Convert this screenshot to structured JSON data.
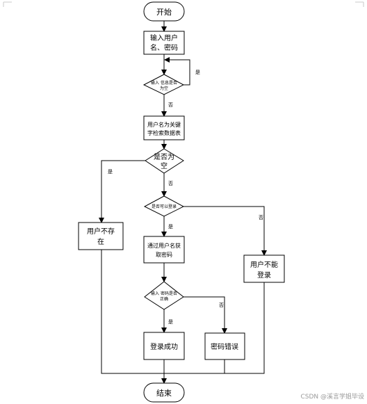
{
  "nodes": {
    "start": "开始",
    "input_line1": "输入用户",
    "input_line2": "名、密码",
    "check_empty_line1": "输入 信息是否",
    "check_empty_line2": "为空",
    "lookup_line1": "用户名为关键",
    "lookup_line2": "字检索数据表",
    "is_empty_line1": "是否为",
    "is_empty_line2": "空",
    "not_exist_line1": "用户不存",
    "not_exist_line2": "在",
    "can_login": "是否可以登录",
    "get_pwd_line1": "通过用户名获",
    "get_pwd_line2": "取密码",
    "cannot_login_line1": "用户不能",
    "cannot_login_line2": "登录",
    "pwd_check_line1": "输入 密码是否",
    "pwd_check_line2": "正确",
    "login_ok": "登录成功",
    "pwd_wrong": "密码错误",
    "end": "结束"
  },
  "labels": {
    "yes": "是",
    "no": "否"
  },
  "watermark": "CSDN @溪言学姐毕设"
}
